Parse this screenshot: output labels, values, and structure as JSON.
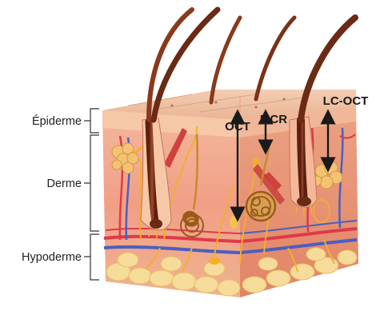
{
  "layers": {
    "epidermis": "Épiderme",
    "dermis": "Derme",
    "hypodermis": "Hypoderme"
  },
  "techniques": {
    "oct": "OCT",
    "mcr": "MCR",
    "lc_oct": "LC-OCT"
  },
  "colors": {
    "surface": "#f0c4a6",
    "epidermis_front": "#f3bf9c",
    "dermis_front": "#f4a98d",
    "dermis_side": "#e88c70",
    "fat": "#f3d48a",
    "hair": "#8a3a1c",
    "artery": "#e0394a",
    "vein": "#4b5fc0",
    "nerve": "#f2b02a",
    "gland": "#c9892e",
    "arrow": "#1a1a1a"
  },
  "icons": [
    "double-arrow-icon"
  ]
}
